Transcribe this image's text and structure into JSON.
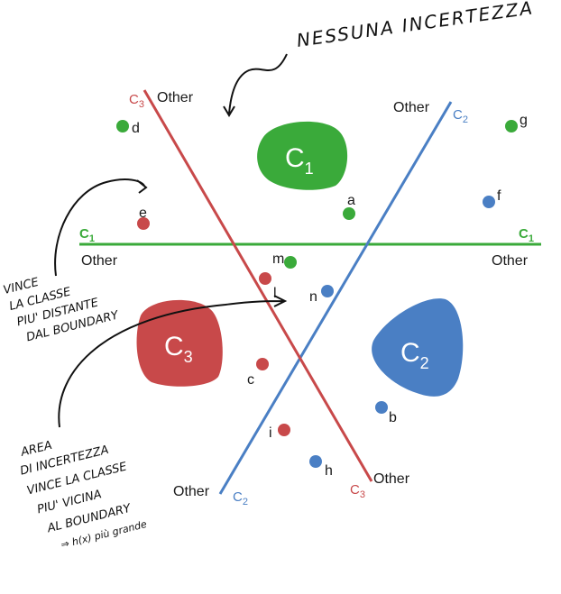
{
  "handwritten_top": "NESSUNA INCERTEZZA",
  "boundaries": {
    "c1": {
      "label": "C",
      "sub": "1",
      "other": "Other",
      "color": "#3aaa3a"
    },
    "c2": {
      "label": "C",
      "sub": "2",
      "other": "Other",
      "color": "#4a7fc4"
    },
    "c3": {
      "label": "C",
      "sub": "3",
      "other": "Other",
      "color": "#c8494a"
    }
  },
  "classes": [
    {
      "label": "C",
      "sub": "1",
      "color": "#3aaa3a"
    },
    {
      "label": "C",
      "sub": "2",
      "color": "#4a7fc4"
    },
    {
      "label": "C",
      "sub": "3",
      "color": "#c8494a"
    }
  ],
  "points": [
    {
      "id": "a",
      "color": "#3aaa3a"
    },
    {
      "id": "b",
      "color": "#4a7fc4"
    },
    {
      "id": "c",
      "color": "#c8494a"
    },
    {
      "id": "d",
      "color": "#3aaa3a"
    },
    {
      "id": "e",
      "color": "#c8494a"
    },
    {
      "id": "f",
      "color": "#4a7fc4"
    },
    {
      "id": "g",
      "color": "#3aaa3a"
    },
    {
      "id": "h",
      "color": "#4a7fc4"
    },
    {
      "id": "i",
      "color": "#c8494a"
    },
    {
      "id": "l",
      "color": "#c8494a"
    },
    {
      "id": "m",
      "color": "#3aaa3a"
    },
    {
      "id": "n",
      "color": "#4a7fc4"
    }
  ],
  "handwritten_left": [
    "VINCE",
    "LA CLASSE",
    "PIU' DISTANTE",
    "DAL BOUNDARY"
  ],
  "handwritten_bottom": [
    "AREA",
    "DI INCERTEZZA",
    "VINCE LA CLASSE",
    "PIU' VICINA",
    "AL BOUNDARY",
    "⇒ h(x) più grande"
  ]
}
